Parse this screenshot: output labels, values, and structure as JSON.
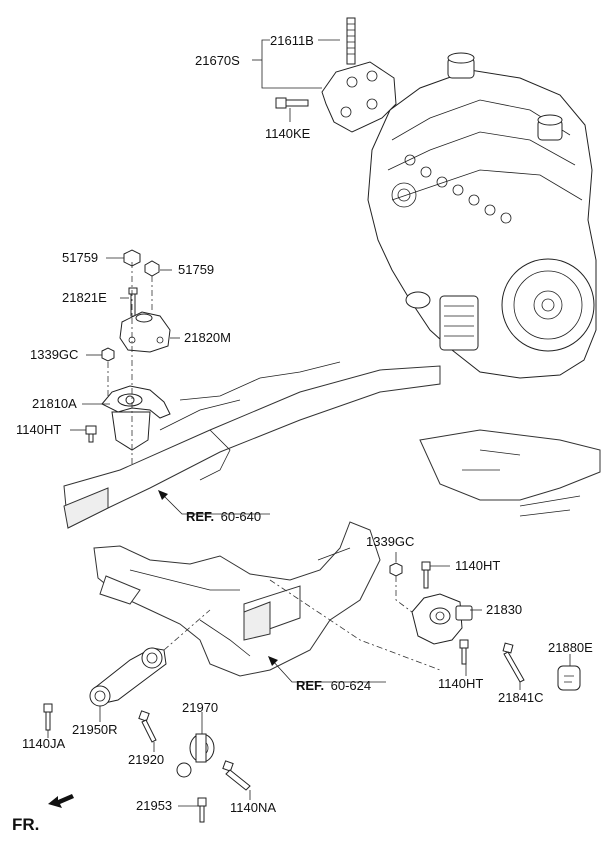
{
  "parts": {
    "p21611B": "21611B",
    "p21670S": "21670S",
    "p1140KE": "1140KE",
    "p51759a": "51759",
    "p51759b": "51759",
    "p21821E": "21821E",
    "p21820M": "21820M",
    "p1339GC_a": "1339GC",
    "p21810A": "21810A",
    "p1140HT_a": "1140HT",
    "p1339GC_b": "1339GC",
    "p1140HT_b": "1140HT",
    "p21830": "21830",
    "p21880E": "21880E",
    "p1140HT_c": "1140HT",
    "p21841C": "21841C",
    "p1140JA": "1140JA",
    "p21950R": "21950R",
    "p21920": "21920",
    "p21970": "21970",
    "p21953": "21953",
    "p1140NA": "1140NA"
  },
  "refs": {
    "ref1_prefix": "REF.",
    "ref1_number": "60-640",
    "ref2_prefix": "REF.",
    "ref2_number": "60-624"
  },
  "direction": {
    "label": "FR.",
    "icon": "arrow-left-down-icon"
  }
}
